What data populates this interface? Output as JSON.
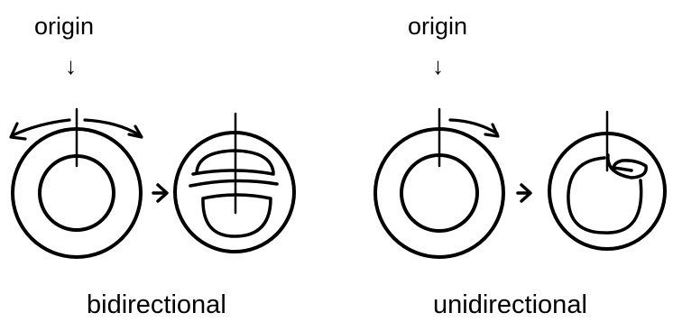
{
  "left_panel": {
    "origin_label": "origin",
    "origin_arrow": "↓",
    "caption": "bidirectional"
  },
  "right_panel": {
    "origin_label": "origin",
    "origin_arrow": "↓",
    "caption": "unidirectional"
  },
  "colors": {
    "ink": "#000000",
    "background": "#ffffff"
  }
}
